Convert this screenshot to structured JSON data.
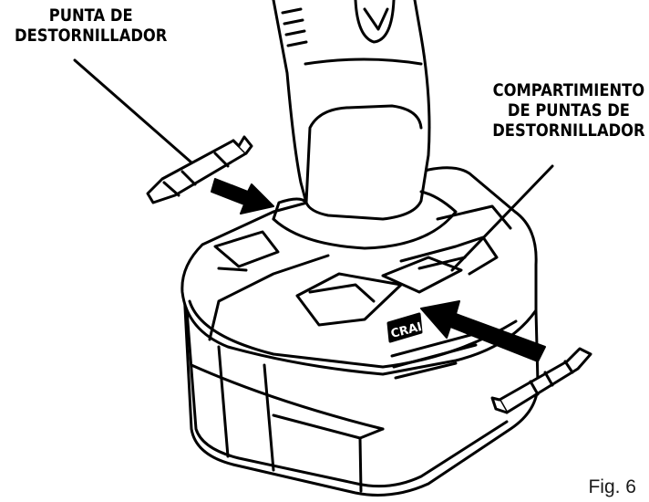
{
  "labels": {
    "bit": [
      "PUNTA DE",
      "DESTORNILLADOR"
    ],
    "compartment": [
      "COMPARTIMIENTO",
      "DE PUNTAS DE",
      "DESTORNILLADOR"
    ]
  },
  "brand_text": "CRAI",
  "figure_caption": "Fig. 6",
  "colors": {
    "ink": "#000000",
    "paper": "#ffffff"
  }
}
